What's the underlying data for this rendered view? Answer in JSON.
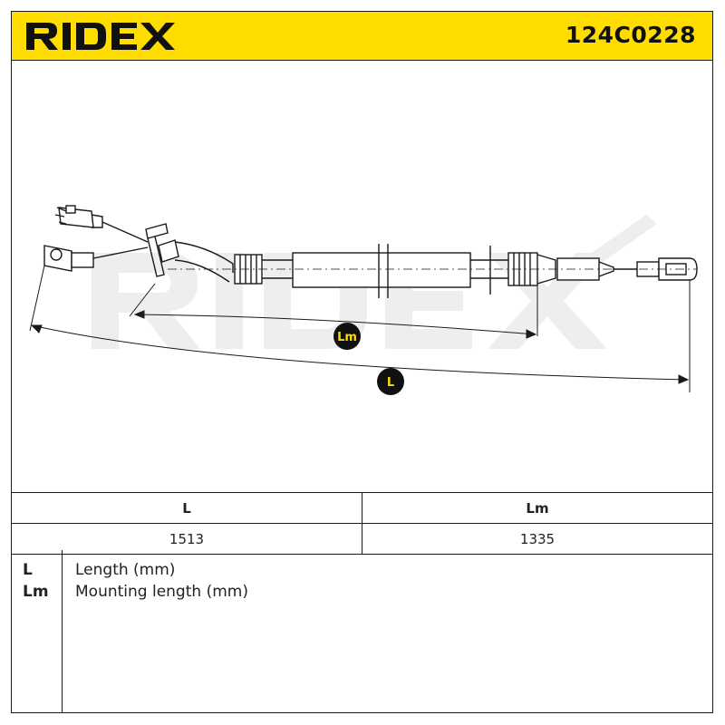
{
  "header": {
    "brand": "RIDEX",
    "part_number": "124C0228"
  },
  "drawing": {
    "watermark": "RIDEX",
    "dimension_markers": {
      "lm": "Lm",
      "l": "L"
    },
    "colors": {
      "accent": "#ffdd00",
      "line": "#1a1a1a",
      "watermark": "#eeeeee"
    }
  },
  "dimensions_table": {
    "headers": [
      "L",
      "Lm"
    ],
    "values": [
      "1513",
      "1335"
    ]
  },
  "legend": [
    {
      "symbol": "L",
      "description": "Length (mm)"
    },
    {
      "symbol": "Lm",
      "description": "Mounting length (mm)"
    }
  ]
}
